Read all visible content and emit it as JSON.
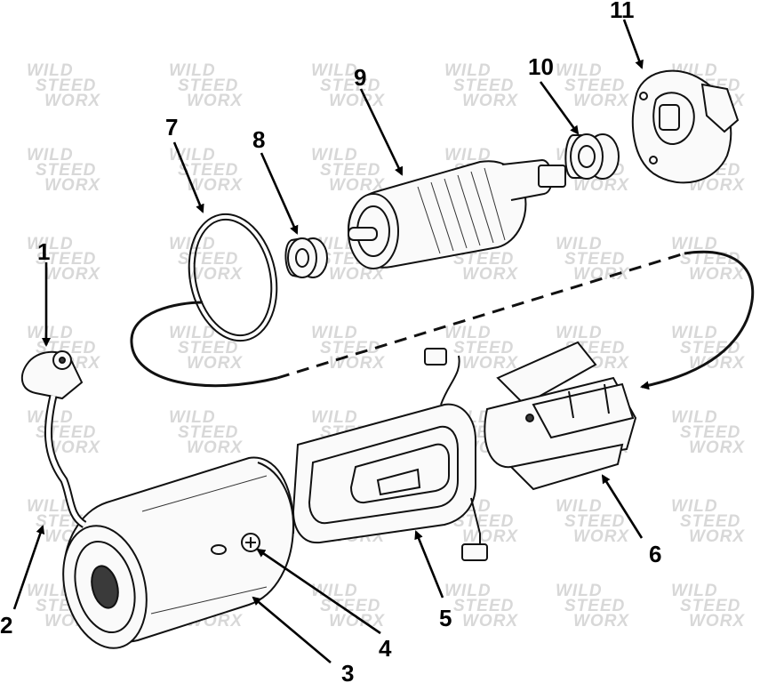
{
  "watermark": {
    "line1": "WILD",
    "line2": "STEED",
    "line3": "WORX"
  },
  "callouts": {
    "c1": "1",
    "c2": "2",
    "c3": "3",
    "c4": "4",
    "c5": "5",
    "c6": "6",
    "c7": "7",
    "c8": "8",
    "c9": "9",
    "c10": "10",
    "c11": "11"
  },
  "parts": [
    {
      "callout": "1",
      "icon": "terminal-boot-icon"
    },
    {
      "callout": "2",
      "icon": "lead-wire-icon"
    },
    {
      "callout": "3",
      "icon": "motor-housing-icon"
    },
    {
      "callout": "4",
      "icon": "screw-icon"
    },
    {
      "callout": "5",
      "icon": "brush-holder-icon"
    },
    {
      "callout": "6",
      "icon": "brush-plate-icon"
    },
    {
      "callout": "7",
      "icon": "o-ring-icon"
    },
    {
      "callout": "8",
      "icon": "bearing-icon"
    },
    {
      "callout": "9",
      "icon": "armature-icon"
    },
    {
      "callout": "10",
      "icon": "bearing-icon"
    },
    {
      "callout": "11",
      "icon": "end-cover-icon"
    }
  ]
}
